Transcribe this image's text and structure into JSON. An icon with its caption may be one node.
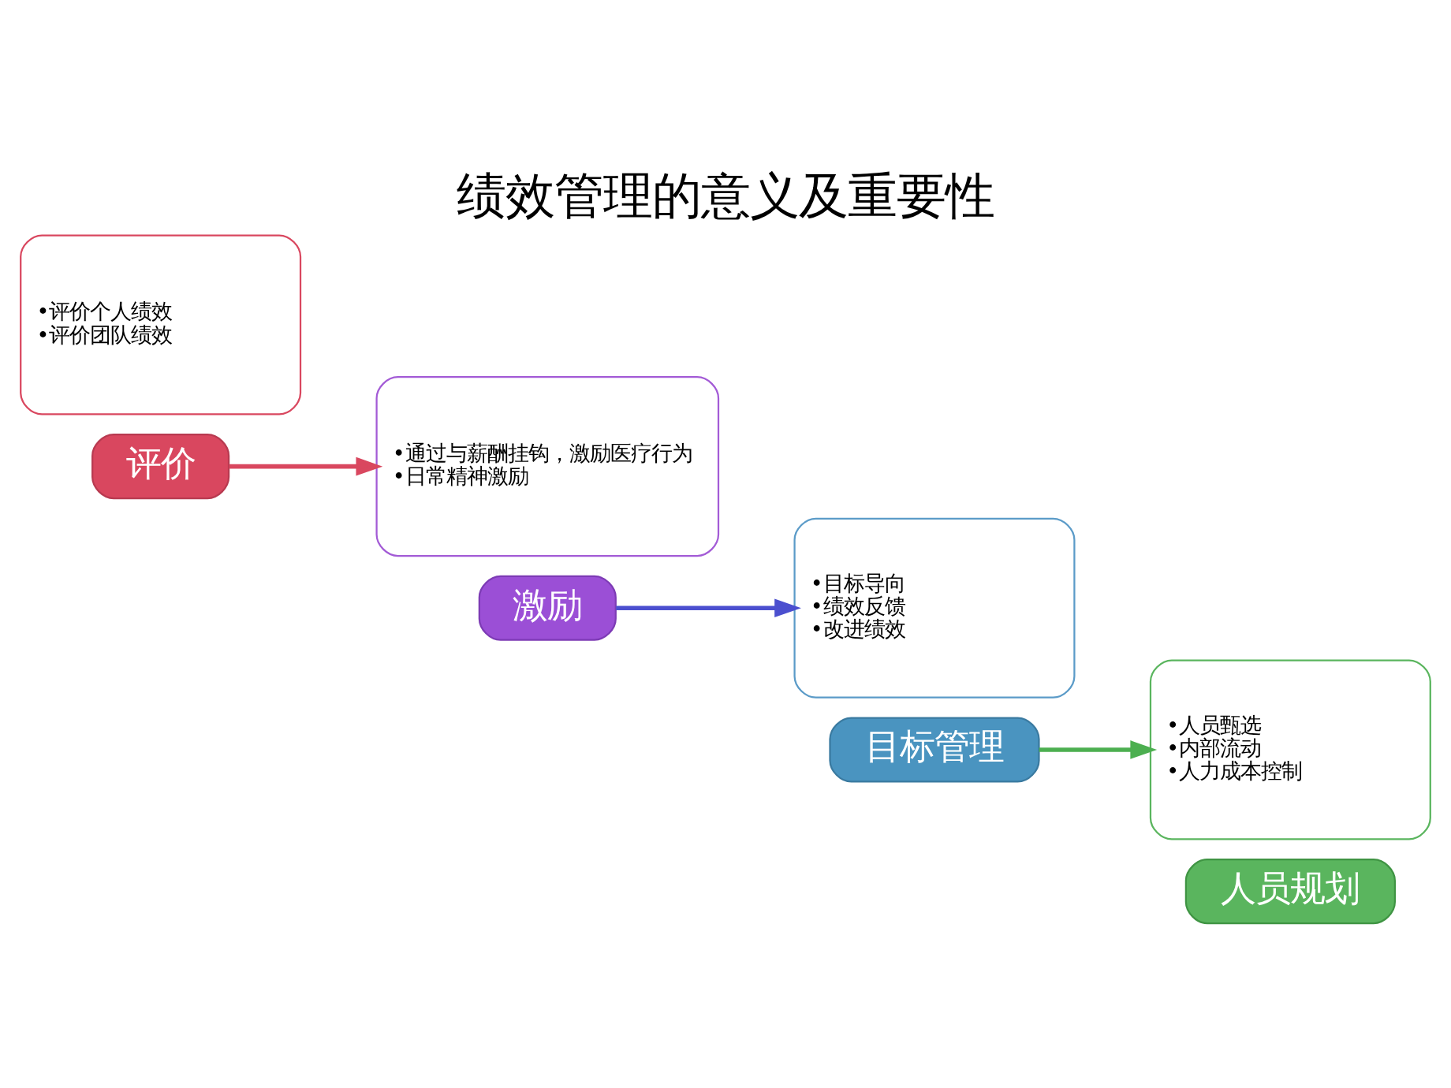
{
  "diagram": {
    "title": "绩效管理的意义及重要性",
    "nodes": [
      {
        "text": [
          "•评价个人绩效",
          "•评价团队绩效"
        ]
      },
      {
        "text": [
          "评价"
        ]
      },
      {
        "text": [
          "•通过与薪酬挂钩，激励医疗行为",
          "•日常精神激励"
        ]
      },
      {
        "text": [
          "激励"
        ]
      },
      {
        "text": [
          "•目标导向",
          "•绩效反馈",
          "•改进绩效"
        ]
      },
      {
        "text": [
          "目标管理"
        ]
      },
      {
        "text": [
          "•人员甄选",
          "•内部流动",
          "•人力成本控制"
        ]
      },
      {
        "text": [
          "人员规划"
        ]
      }
    ],
    "edges": [
      {
        "from": 1,
        "to": 2,
        "arrow": "to",
        "color": "#d9475f"
      },
      {
        "from": 3,
        "to": 4,
        "arrow": "to",
        "color": "#4b4fcf"
      },
      {
        "from": 5,
        "to": 6,
        "arrow": "to",
        "color": "#4caf50"
      }
    ]
  }
}
